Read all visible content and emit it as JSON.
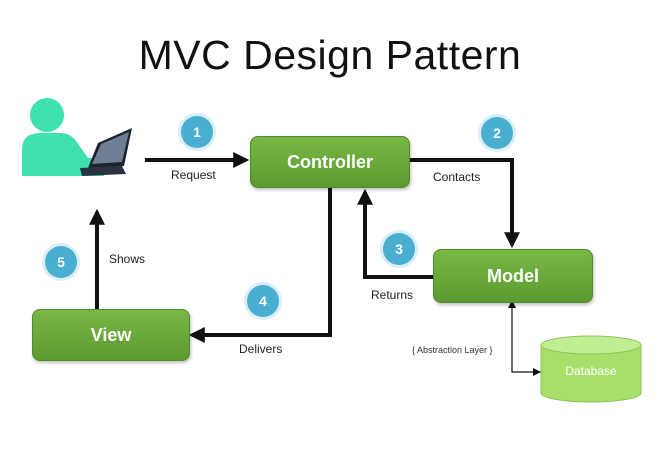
{
  "title": "MVC Design Pattern",
  "nodes": {
    "controller": "Controller",
    "model": "Model",
    "view": "View",
    "database": "Database"
  },
  "steps": [
    {
      "number": "1",
      "label": "Request"
    },
    {
      "number": "2",
      "label": "Contacts"
    },
    {
      "number": "3",
      "label": "Returns"
    },
    {
      "number": "4",
      "label": "Delivers"
    },
    {
      "number": "5",
      "label": "Shows"
    }
  ],
  "abstraction_label": "{ Abstraction Layer }",
  "colors": {
    "box_green": "#6aac3b",
    "badge_blue": "#4aaed0",
    "user_icon": "#3ee0b0",
    "database_green": "#a6e06a"
  },
  "icons": [
    "user-at-laptop-icon",
    "database-icon"
  ]
}
